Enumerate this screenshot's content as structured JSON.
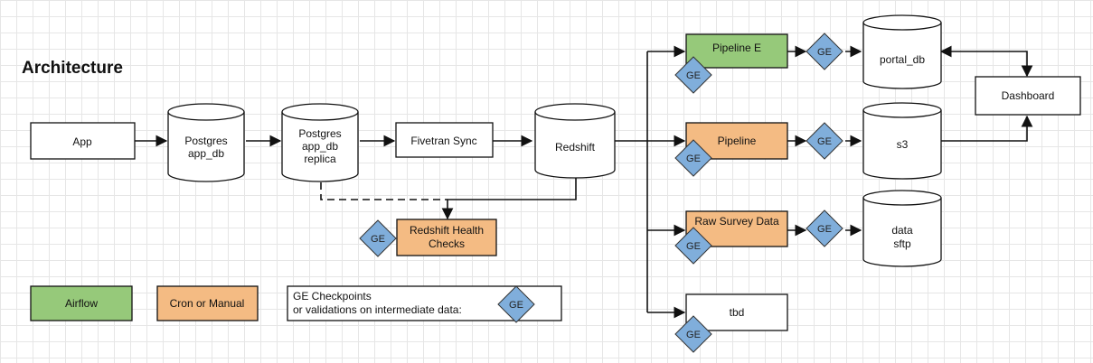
{
  "title": "Architecture",
  "nodes": {
    "app": "App",
    "postgres_app_db": [
      "Postgres",
      "app_db"
    ],
    "postgres_replica": [
      "Postgres",
      "app_db",
      "replica"
    ],
    "fivetran_sync": "Fivetran Sync",
    "redshift": "Redshift",
    "redshift_health_checks": [
      "Redshift Health",
      "Checks"
    ],
    "pipeline_e": "Pipeline E",
    "pipeline": "Pipeline",
    "raw_survey_data": "Raw Survey Data",
    "tbd": "tbd",
    "portal_db": "portal_db",
    "s3": "s3",
    "data_sftp": [
      "data",
      "sftp"
    ],
    "dashboard": "Dashboard"
  },
  "ge_label": "GE",
  "legend": {
    "airflow": "Airflow",
    "cron_or_manual": "Cron or Manual",
    "ge_checkpoints": [
      "GE Checkpoints",
      "or validations on intermediate data:"
    ]
  },
  "colors": {
    "airflow_green": "#96c97a",
    "cron_orange": "#f4bb83",
    "ge_blue": "#80aedb",
    "line": "#111111"
  }
}
